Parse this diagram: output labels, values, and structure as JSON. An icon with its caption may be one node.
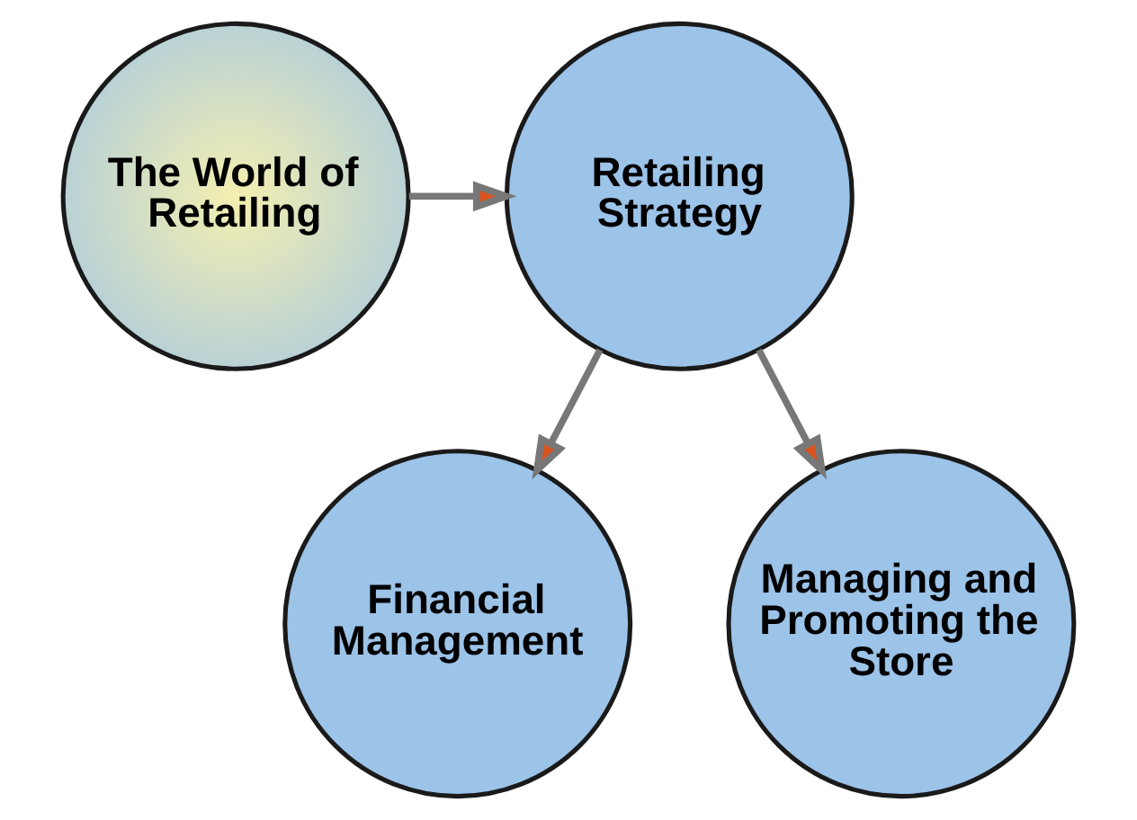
{
  "diagram": {
    "nodes": [
      {
        "text": [
          "The World of Retailing"
        ]
      },
      {
        "text": [
          "Retailing Strategy"
        ]
      },
      {
        "text": [
          "Financial Management"
        ]
      },
      {
        "text": [
          "Managing and Promoting the Store"
        ]
      }
    ],
    "edges": [
      {
        "from": 0,
        "to": 1,
        "arrow": "to"
      },
      {
        "from": 1,
        "to": 2,
        "arrow": "to"
      },
      {
        "from": 1,
        "to": 3,
        "arrow": "to"
      }
    ]
  }
}
